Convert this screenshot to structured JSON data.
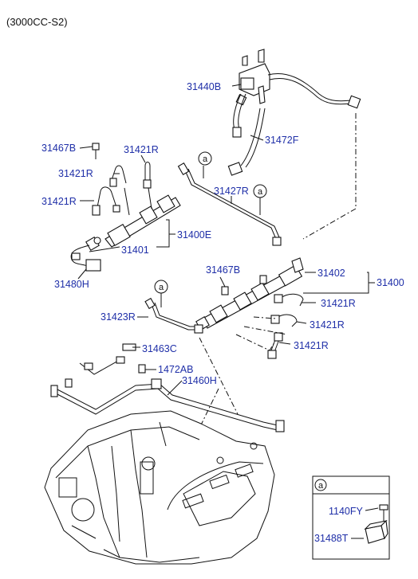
{
  "header": {
    "engine_code": "(3000CC-S2)"
  },
  "callout_letter": "a",
  "labels": {
    "p31440B": "31440B",
    "p31472F": "31472F",
    "p31467B_top": "31467B",
    "p31421R_top": "31421R",
    "p31421R_mid": "31421R",
    "p31421R_left": "31421R",
    "p31427R": "31427R",
    "p31400E": "31400E",
    "p31401": "31401",
    "p31480H": "31480H",
    "p31467B_mid": "31467B",
    "p31402": "31402",
    "p31400": "31400",
    "p31421R_r1": "31421R",
    "p31423R": "31423R",
    "p31421R_r2": "31421R",
    "p31421R_r3": "31421R",
    "p31463C": "31463C",
    "p1472AB": "1472AB",
    "p31460H": "31460H",
    "p1140FY": "1140FY",
    "p31488T": "31488T"
  },
  "colors": {
    "part_number": "#1f2fa8",
    "line": "#111111"
  }
}
